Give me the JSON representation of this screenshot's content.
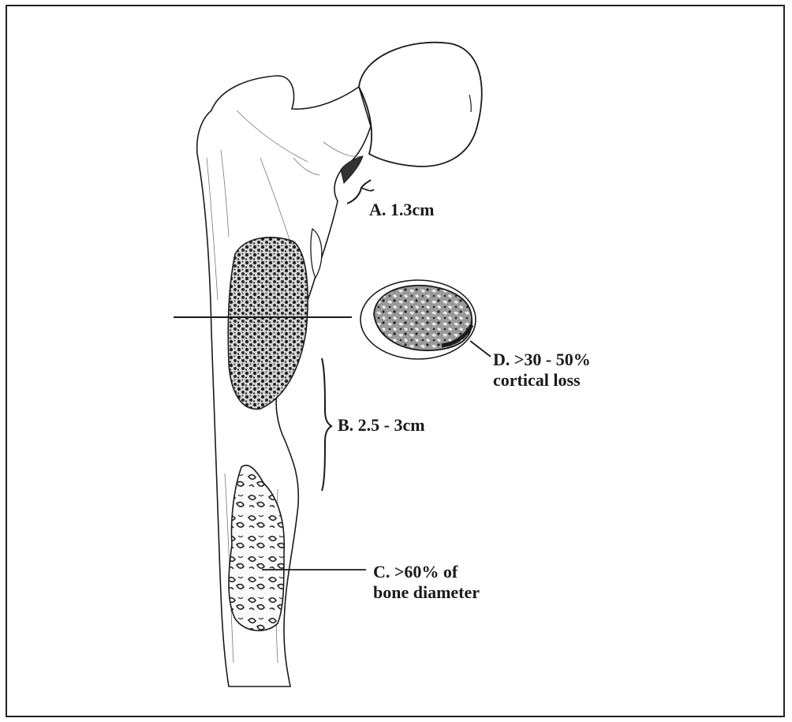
{
  "annotations": {
    "a": {
      "line1": "A.  1.3cm"
    },
    "b": {
      "line1": "B.  2.5 - 3cm"
    },
    "c": {
      "line1": "C.  >60% of",
      "line2": "bone diameter"
    },
    "d": {
      "line1": "D.  >30 - 50%",
      "line2": "cortical loss"
    }
  },
  "colors": {
    "ink": "#1a1a1a",
    "bone_fill": "#ffffff",
    "lesion_dark": "#2a2a2a"
  }
}
